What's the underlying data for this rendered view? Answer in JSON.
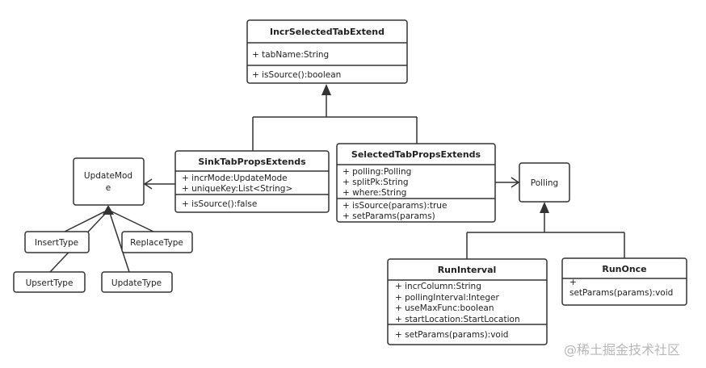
{
  "classes": {
    "incr": {
      "name": "IncrSelectedTabExtend",
      "attrs": [
        "+ tabName:String"
      ],
      "methods": [
        "+ isSource():boolean"
      ]
    },
    "sink": {
      "name": "SinkTabPropsExtends",
      "attrs": [
        "+ incrMode:UpdateMode",
        "+ uniqueKey:List<String>"
      ],
      "methods": [
        "+ isSource():false"
      ]
    },
    "selected": {
      "name": "SelectedTabPropsExtends",
      "attrs": [
        "+ polling:Polling",
        "+ splitPk:String",
        "+ where:String"
      ],
      "methods": [
        "+ isSource(params):true",
        "+ setParams(params)"
      ]
    },
    "updateMode": {
      "name_lines": [
        "UpdateMod",
        "e"
      ]
    },
    "polling": {
      "name": "Polling"
    },
    "insertType": {
      "name": "InsertType"
    },
    "replaceType": {
      "name": "ReplaceType"
    },
    "upsertType": {
      "name": "UpsertType"
    },
    "updateType": {
      "name": "UpdateType"
    },
    "runInterval": {
      "name": "RunInterval",
      "attrs": [
        "+ incrColumn:String",
        "+ pollingInterval:Integer",
        "+ useMaxFunc:boolean",
        "+ startLocation:StartLocation"
      ],
      "methods": [
        "+ setParams(params):void"
      ]
    },
    "runOnce": {
      "name": "RunOnce",
      "methods": [
        "+",
        "setParams(params):void"
      ]
    }
  },
  "watermark": "@稀土掘金技术社区"
}
